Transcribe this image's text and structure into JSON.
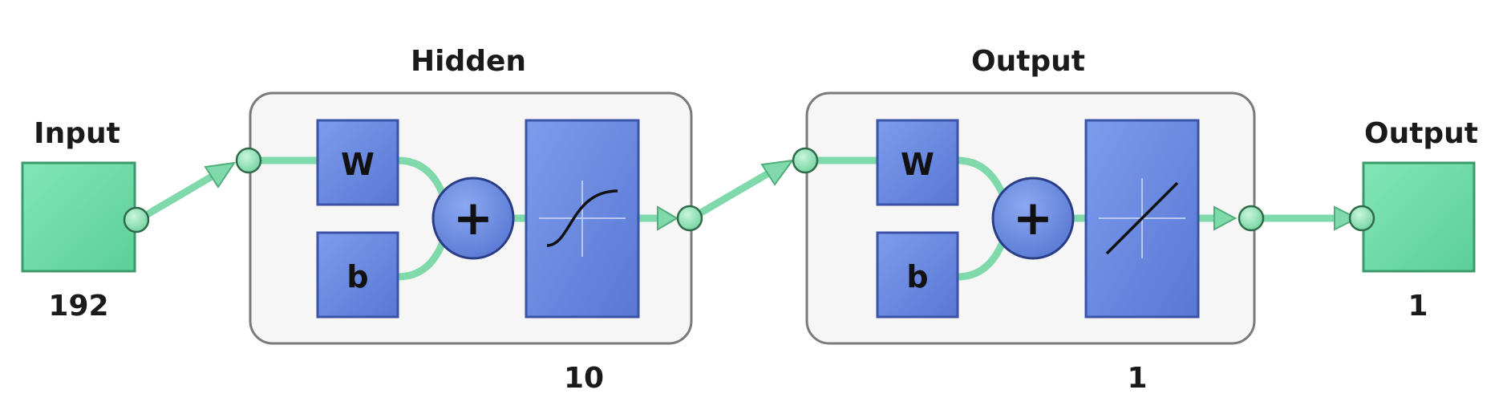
{
  "input": {
    "title": "Input",
    "size": "192"
  },
  "hidden_layer": {
    "title": "Hidden",
    "weight_label": "W",
    "bias_label": "b",
    "sum_symbol": "+",
    "transfer_icon": "tansig-icon",
    "size": "10"
  },
  "output_layer": {
    "title": "Output",
    "weight_label": "W",
    "bias_label": "b",
    "sum_symbol": "+",
    "transfer_icon": "purelin-icon",
    "size": "1"
  },
  "output": {
    "title": "Output",
    "size": "1"
  },
  "colors": {
    "block_fill": "#6a8ce0",
    "block_edge": "#3a52a8",
    "io_fill": "#6fdfab",
    "io_edge": "#3a9a6a",
    "connector": "#7fd9aa",
    "layer_bg": "#f6f6f6",
    "layer_edge": "#7a7a7a"
  }
}
